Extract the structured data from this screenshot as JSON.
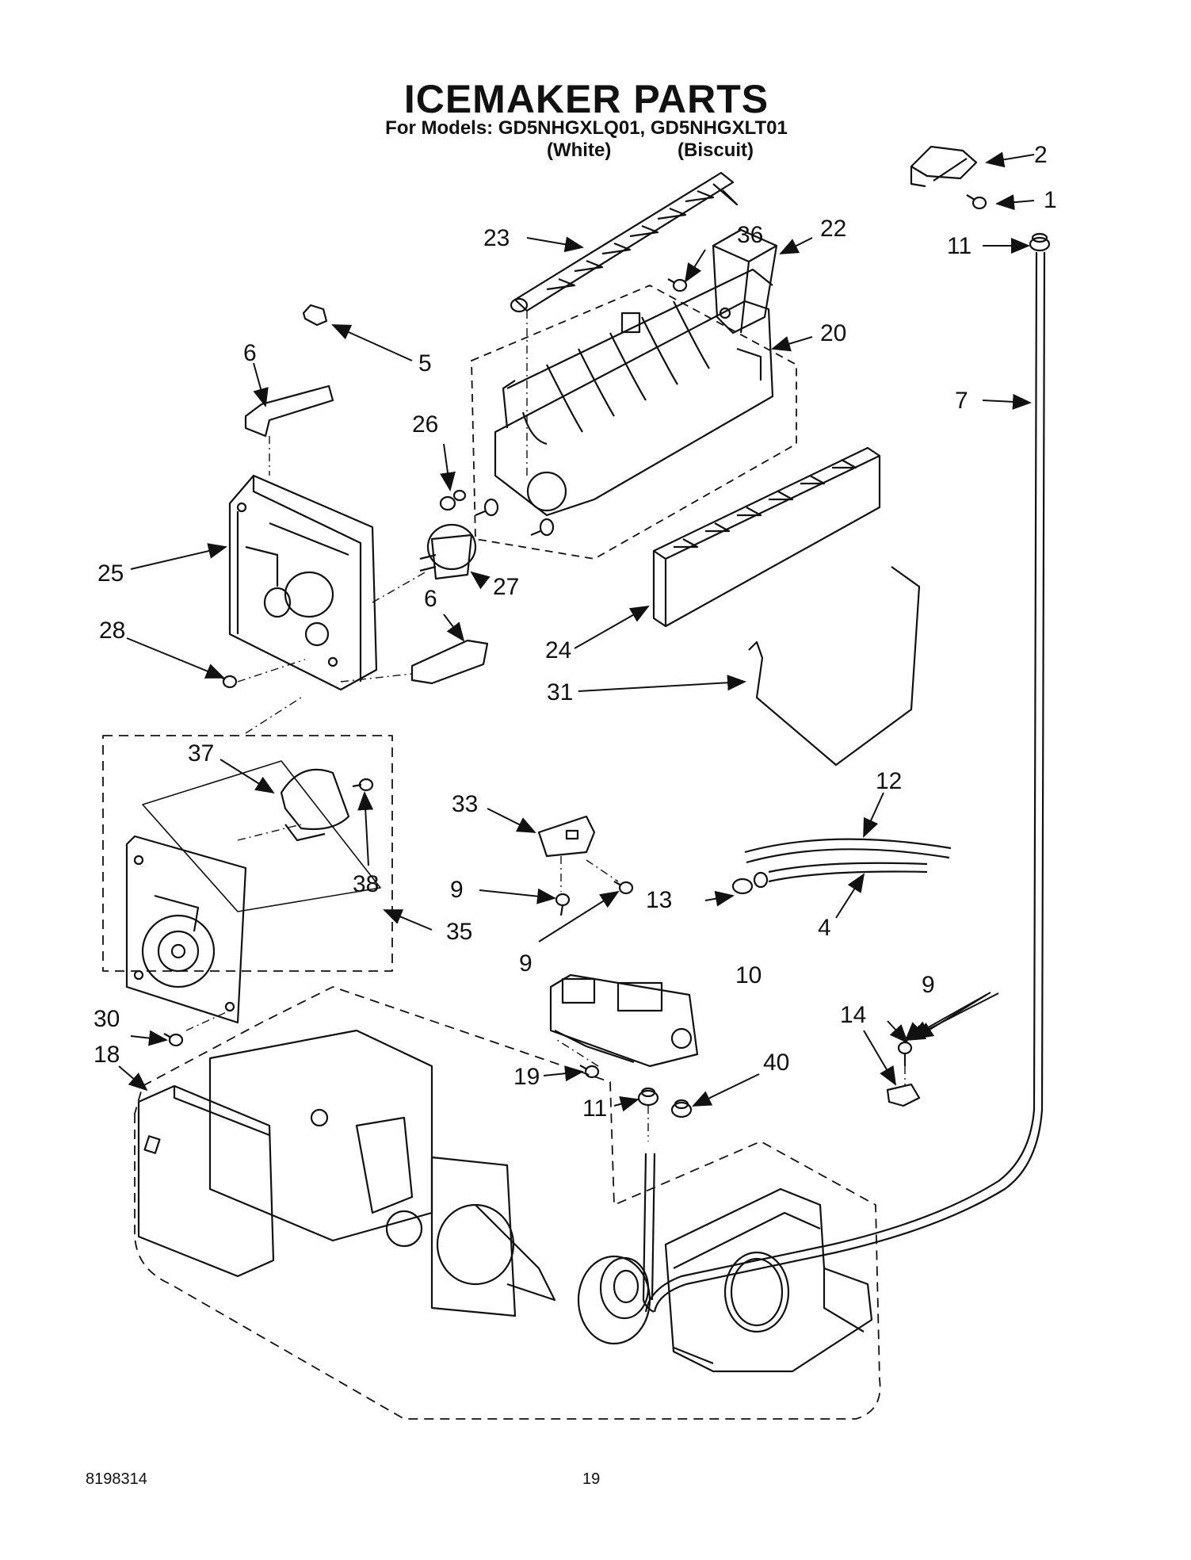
{
  "header": {
    "title": "ICEMAKER PARTS",
    "subtitle": "For Models: GD5NHGXLQ01, GD5NHGXLT01",
    "variant_white": "(White)",
    "variant_biscuit": "(Biscuit)"
  },
  "callouts": [
    {
      "id": "c1",
      "label": "1"
    },
    {
      "id": "c2",
      "label": "2"
    },
    {
      "id": "c11a",
      "label": "11"
    },
    {
      "id": "c7",
      "label": "7"
    },
    {
      "id": "c23",
      "label": "23"
    },
    {
      "id": "c36",
      "label": "36"
    },
    {
      "id": "c22",
      "label": "22"
    },
    {
      "id": "c20",
      "label": "20"
    },
    {
      "id": "c5",
      "label": "5"
    },
    {
      "id": "c6a",
      "label": "6"
    },
    {
      "id": "c26",
      "label": "26"
    },
    {
      "id": "c25",
      "label": "25"
    },
    {
      "id": "c27",
      "label": "27"
    },
    {
      "id": "c6b",
      "label": "6"
    },
    {
      "id": "c28",
      "label": "28"
    },
    {
      "id": "c24",
      "label": "24"
    },
    {
      "id": "c31",
      "label": "31"
    },
    {
      "id": "c37",
      "label": "37"
    },
    {
      "id": "c38",
      "label": "38"
    },
    {
      "id": "c33",
      "label": "33"
    },
    {
      "id": "c12",
      "label": "12"
    },
    {
      "id": "c9a",
      "label": "9"
    },
    {
      "id": "c13",
      "label": "13"
    },
    {
      "id": "c4",
      "label": "4"
    },
    {
      "id": "c35",
      "label": "35"
    },
    {
      "id": "c9b",
      "label": "9"
    },
    {
      "id": "c10",
      "label": "10"
    },
    {
      "id": "c9c",
      "label": "9"
    },
    {
      "id": "c14",
      "label": "14"
    },
    {
      "id": "c30",
      "label": "30"
    },
    {
      "id": "c18",
      "label": "18"
    },
    {
      "id": "c19",
      "label": "19"
    },
    {
      "id": "c40",
      "label": "40"
    },
    {
      "id": "c11b",
      "label": "11"
    }
  ],
  "footer": {
    "doc_number": "8198314",
    "page_number": "19"
  }
}
